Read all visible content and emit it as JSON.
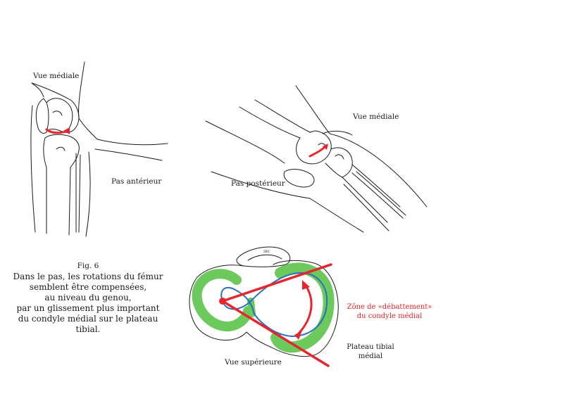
{
  "labels": {
    "vue_mediale_left": "Vue médiale",
    "pas_anterieur": "Pas antérieur",
    "vue_mediale_right": "Vue médiale",
    "pas_posterieur": "Pas postérieur",
    "vue_superieure": "Vue supérieure",
    "zone_line1": "Zône de «débattement»",
    "zone_line2": "du condyle médial",
    "plateau_line1": "Plateau tibial",
    "plateau_line2": "médial"
  },
  "caption": {
    "fig": "Fig. 6",
    "lines": [
      "Dans le pas, les rotations du fémur",
      "semblent être compensées,",
      "au niveau du genou,",
      "par un glissement plus important",
      "du condyle médial sur le plateau tibial."
    ]
  },
  "colors": {
    "arrow_red": "#e8242c",
    "cartilage_green": "#6cc95c",
    "path_blue": "#2a6fc0",
    "ink": "#1a1a1a"
  }
}
